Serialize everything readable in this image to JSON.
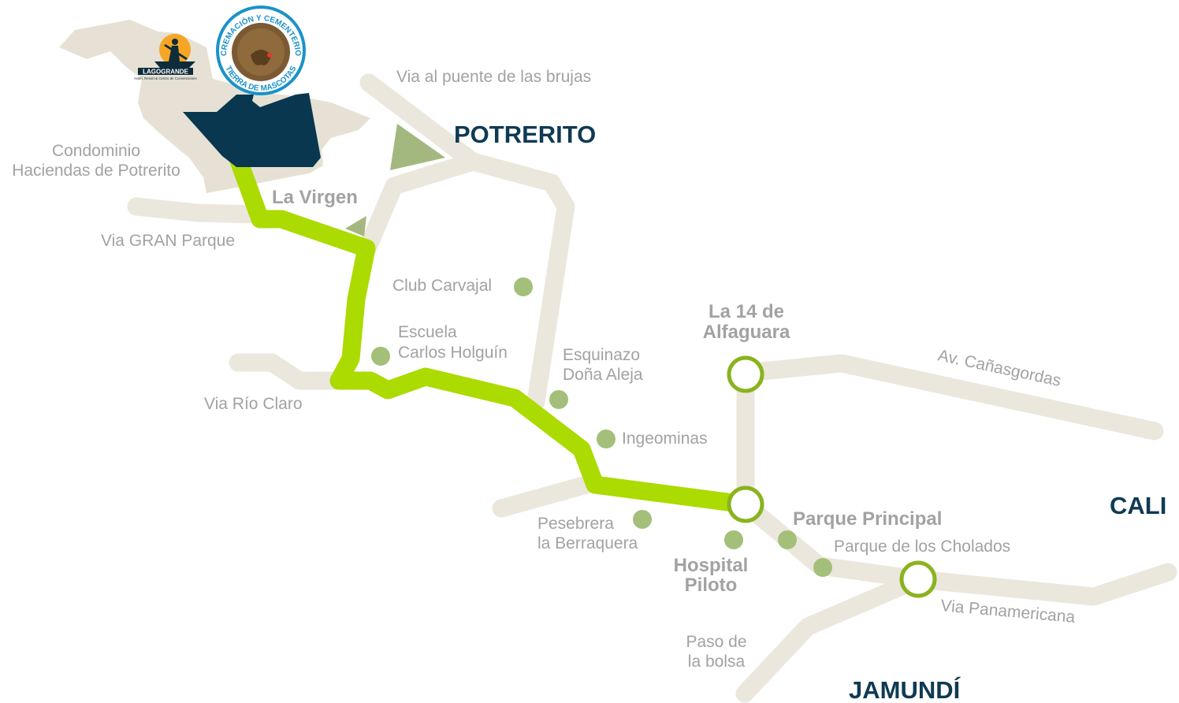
{
  "colors": {
    "road": "#ebe7dc",
    "land": "#e6e1d4",
    "route": "#abdb00",
    "poi": "#a3bf79",
    "triangle": "#a3b87f",
    "pin": "#08374f",
    "city": "#0f3a53",
    "label": "#a2a2a2",
    "node_ring": "#8ab31e"
  },
  "map": {
    "cities": {
      "potrerito": "POTRERITO",
      "cali": "CALI",
      "jamundi": "JAMUNDÍ"
    },
    "roads": {
      "puente_brujas": "Via al puente de las brujas",
      "gran_parque": "Via GRAN Parque",
      "rio_claro": "Via Río Claro",
      "canasgordas": "Av. Cañasgordas",
      "panamericana": "Via Panamericana"
    },
    "places": {
      "condominio_1": "Condominio",
      "condominio_2": "Haciendas de Potrerito",
      "la_virgen": "La Virgen",
      "club_carvajal": "Club Carvajal",
      "escuela_1": "Escuela",
      "escuela_2": "Carlos Holguín",
      "esquinazo_1": "Esquinazo",
      "esquinazo_2": "Doña Aleja",
      "ingeominas": "Ingeominas",
      "alfaguara_1": "La 14 de",
      "alfaguara_2": "Alfaguara",
      "pesebrera_1": "Pesebrera",
      "pesebrera_2": "la Berraquera",
      "hospital_1": "Hospital",
      "hospital_2": "Piloto",
      "parque_principal": "Parque Principal",
      "cholados": "Parque de los Cholados",
      "paso_1": "Paso de",
      "paso_2": "la bolsa"
    },
    "logos": {
      "lagogrande_name": "LAGOGRANDE",
      "lagogrande_tagline": "Hotel, Resort & Centro de Convenciones",
      "mascotas_top": "CREMACIÓN Y CEMENTERIO",
      "mascotas_bottom": "TIERRA DE MASCOTAS"
    }
  }
}
